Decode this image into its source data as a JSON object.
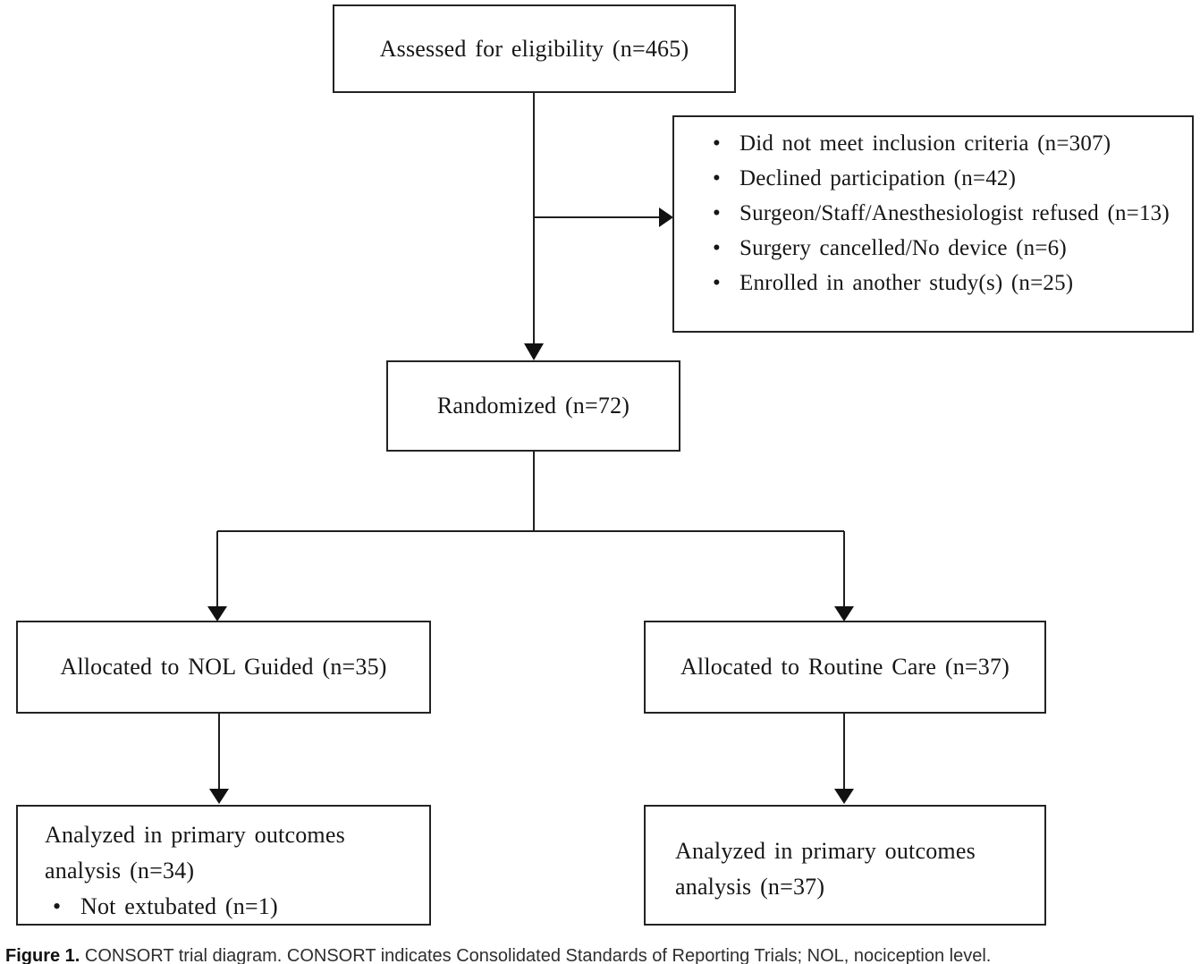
{
  "diagram": {
    "assessed": {
      "label": "Assessed for eligibility (n=465)"
    },
    "excluded": {
      "items": [
        "Did not meet inclusion criteria (n=307)",
        "Declined participation (n=42)",
        "Surgeon/Staff/Anesthesiologist refused (n=13)",
        "Surgery cancelled/No device (n=6)",
        "Enrolled in another study(s) (n=25)"
      ]
    },
    "randomized": {
      "label": "Randomized (n=72)"
    },
    "allocation_left": {
      "label": "Allocated to NOL Guided (n=35)"
    },
    "allocation_right": {
      "label": "Allocated to Routine Care (n=37)"
    },
    "analysis_left": {
      "main": "Analyzed in primary outcomes analysis (n=34)",
      "bullet": "Not extubated (n=1)"
    },
    "analysis_right": {
      "main": "Analyzed in primary outcomes analysis (n=37)"
    },
    "caption": {
      "figure_label": "Figure 1.",
      "text": " CONSORT trial diagram. CONSORT indicates Consolidated Standards of Reporting Trials; NOL, nociception level."
    }
  },
  "colors": {
    "line": "#1f1f1f",
    "border": "#232323",
    "text": "#161616",
    "background": "#ffffff"
  }
}
